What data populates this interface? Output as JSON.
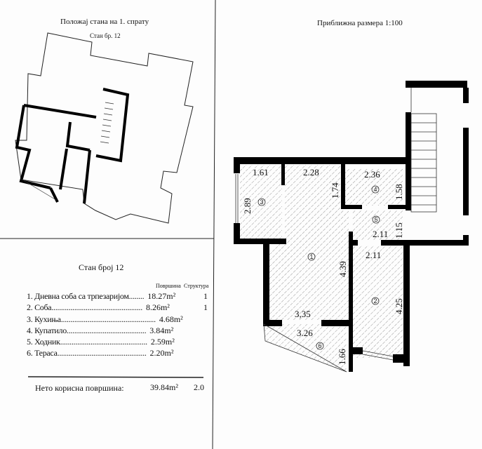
{
  "left_panel": {
    "title": "Положај стана на 1. спрату",
    "subtitle": "Стан бр. 12"
  },
  "right_panel": {
    "title": "Приближна размера  1:100",
    "dimensions": {
      "room3_width": "1.61",
      "room3_length": "2.89",
      "room1_top": "2.28",
      "room1_side_top": "1.74",
      "room1_side": "4.39",
      "room1_bottom": "3,35",
      "room4_width": "2.36",
      "room4_length": "1.58",
      "room5_width": "2.11",
      "room5_length": "1.15",
      "room2_width": "2.11",
      "room2_length": "4.25",
      "room6_width": "3.26",
      "room6_length": "1.66"
    },
    "room_numbers": [
      "1",
      "2",
      "3",
      "4",
      "5",
      "6"
    ]
  },
  "table": {
    "title": "Стан број 12",
    "col_area": "Површина",
    "col_structure": "Структура",
    "rows": [
      {
        "label": "1. Дневна соба са  трпезаријом........",
        "area": "18.27m²",
        "structure": "1"
      },
      {
        "label": "2. Соба................................................",
        "area": "8.26m²",
        "structure": "1"
      },
      {
        "label": "3. Кухиња..................................................",
        "area": "4.68m²",
        "structure": ""
      },
      {
        "label": "4. Купатило..........................................",
        "area": "3.84m²",
        "structure": ""
      },
      {
        "label": "5. Ходник..............................................",
        "area": "2.59m²",
        "structure": ""
      },
      {
        "label": "6. Тераса...............................................",
        "area": "2.20m²",
        "structure": ""
      }
    ],
    "total_label": "Нето корисна површина:",
    "total_area": "39.84m²",
    "total_structure": "2.0"
  }
}
